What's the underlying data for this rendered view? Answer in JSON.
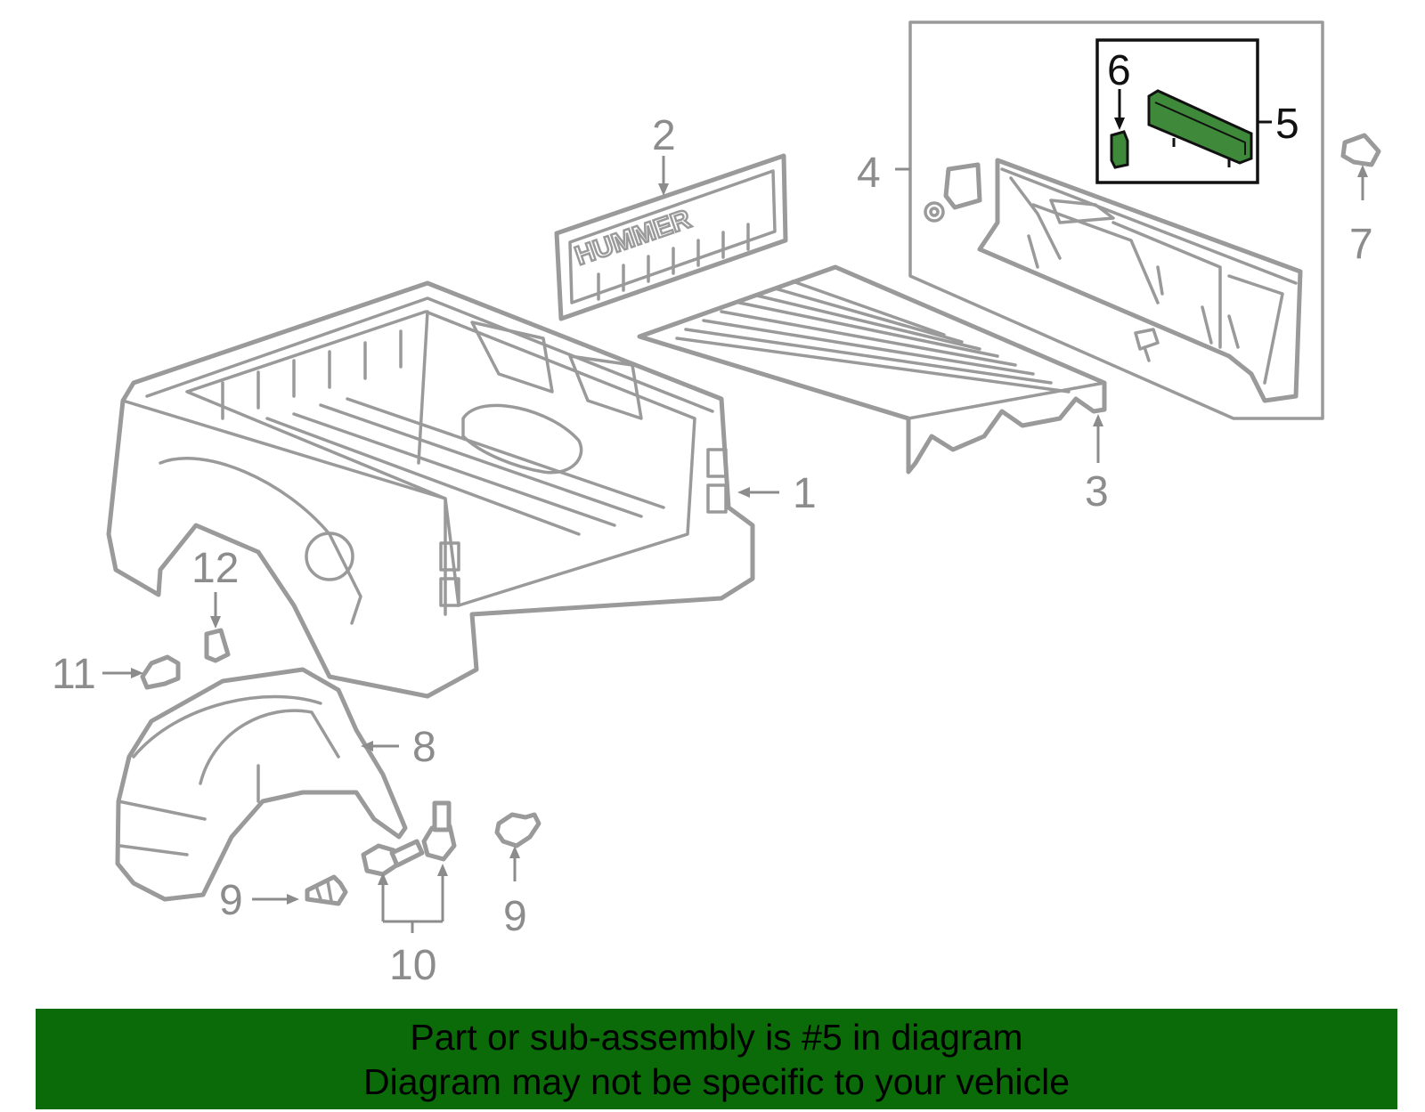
{
  "diagram": {
    "brand_mark": "HUMMER",
    "callouts": [
      {
        "id": "1",
        "label": "1",
        "highlighted": false
      },
      {
        "id": "2",
        "label": "2",
        "highlighted": false
      },
      {
        "id": "3",
        "label": "3",
        "highlighted": false
      },
      {
        "id": "4",
        "label": "4",
        "highlighted": false
      },
      {
        "id": "5",
        "label": "5",
        "highlighted": true
      },
      {
        "id": "6",
        "label": "6",
        "highlighted": true
      },
      {
        "id": "7",
        "label": "7",
        "highlighted": false
      },
      {
        "id": "8",
        "label": "8",
        "highlighted": false
      },
      {
        "id": "9a",
        "label": "9",
        "highlighted": false
      },
      {
        "id": "9b",
        "label": "9",
        "highlighted": false
      },
      {
        "id": "10",
        "label": "10",
        "highlighted": false
      },
      {
        "id": "11",
        "label": "11",
        "highlighted": false
      },
      {
        "id": "12",
        "label": "12",
        "highlighted": false
      }
    ],
    "colors": {
      "line": "#9a9a9a",
      "highlight_fill": "#3f8a3a",
      "highlight_outline": "#111111",
      "banner": "#0b6b08"
    }
  },
  "banner": {
    "line1": "Part or sub-assembly is #5 in diagram",
    "line2": "Diagram may not be specific to your vehicle"
  }
}
